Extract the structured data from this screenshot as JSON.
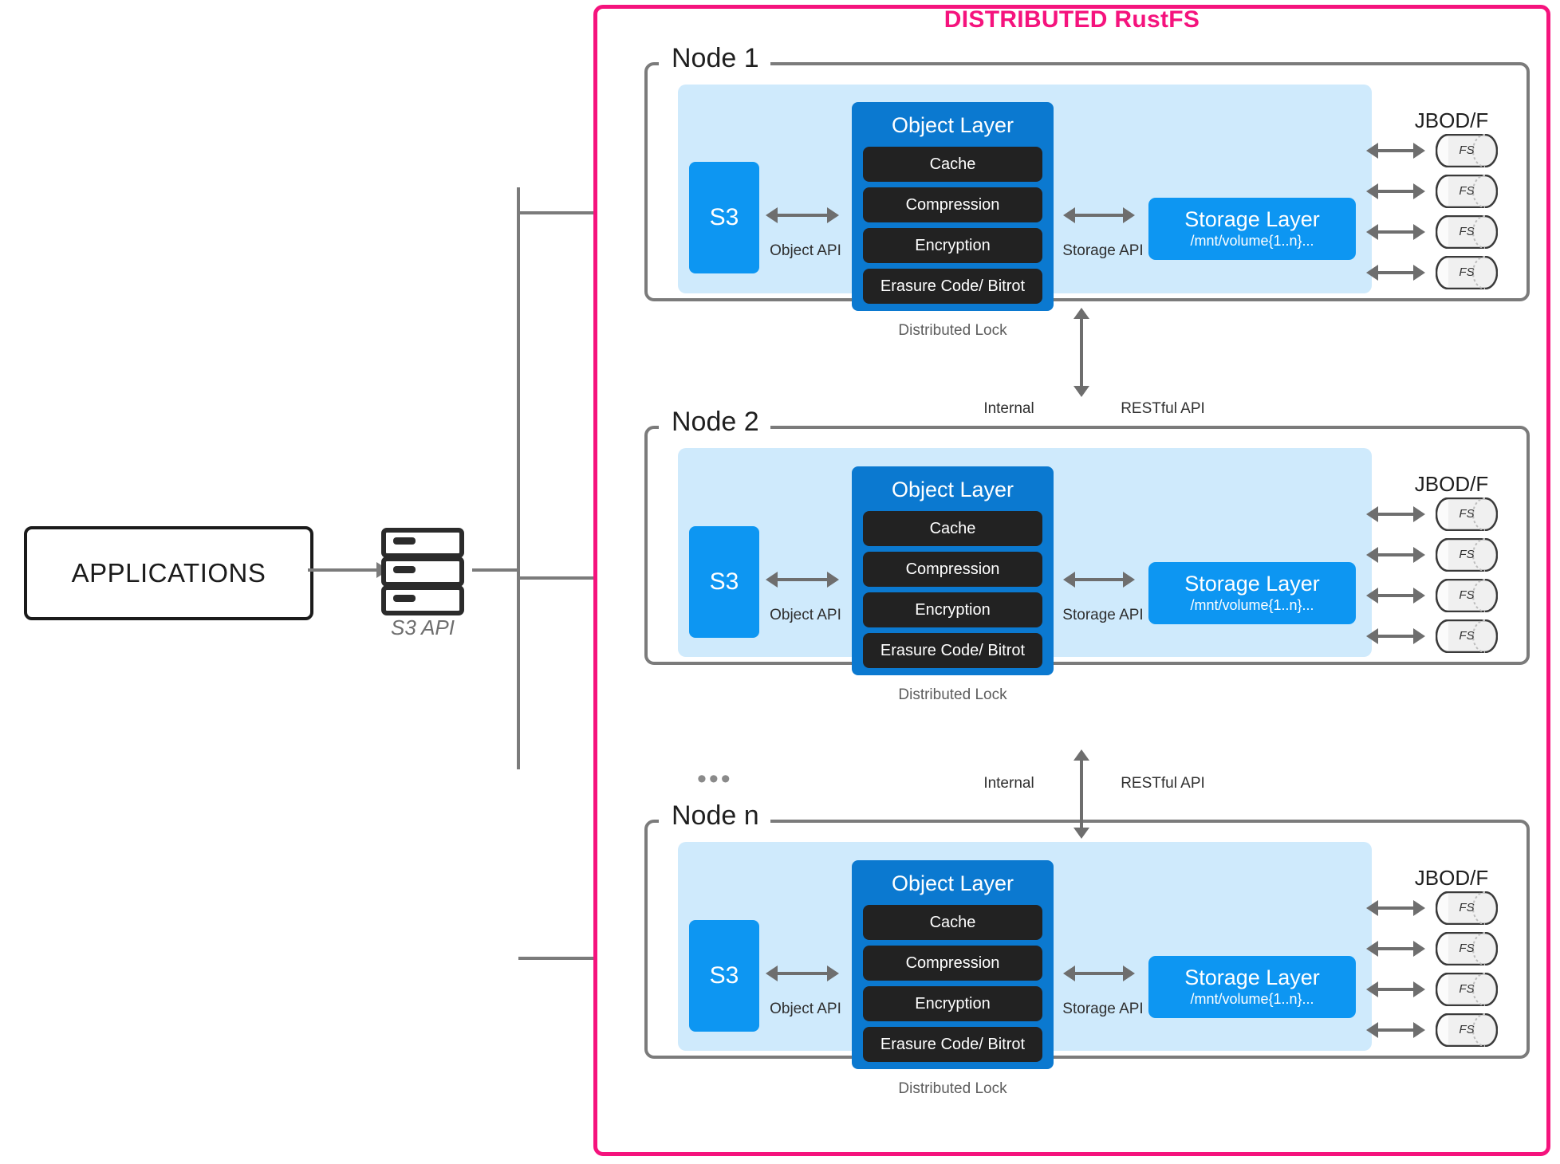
{
  "diagram": {
    "title": "DISTRIBUTED RustFS",
    "accent_pink": "#f5137d",
    "blue_primary": "#0d96f2",
    "blue_dark": "#0b79d0",
    "panel_blue": "#cfeafc",
    "row_black": "#222222",
    "line_gray": "#7b7b7b"
  },
  "applications": {
    "label": "APPLICATIONS",
    "api_caption": "S3 API"
  },
  "labels": {
    "object_api": "Object API",
    "storage_api": "Storage API",
    "distributed_lock": "Distributed Lock",
    "jbod": "JBOD/F",
    "internal": "Internal",
    "restful_api": "RESTful API",
    "ellipsis": "•••",
    "disk_label": "FS"
  },
  "object_layer": {
    "title": "Object Layer",
    "rows": [
      "Cache",
      "Compression",
      "Encryption",
      "Erasure Code/ Bitrot"
    ]
  },
  "storage_layer": {
    "title": "Storage Layer",
    "subtitle": "/mnt/volume{1..n}..."
  },
  "s3": {
    "label": "S3"
  },
  "nodes": [
    {
      "label": "Node 1",
      "disk_count": 4
    },
    {
      "label": "Node 2",
      "disk_count": 4
    },
    {
      "label": "Node n",
      "disk_count": 4
    }
  ]
}
